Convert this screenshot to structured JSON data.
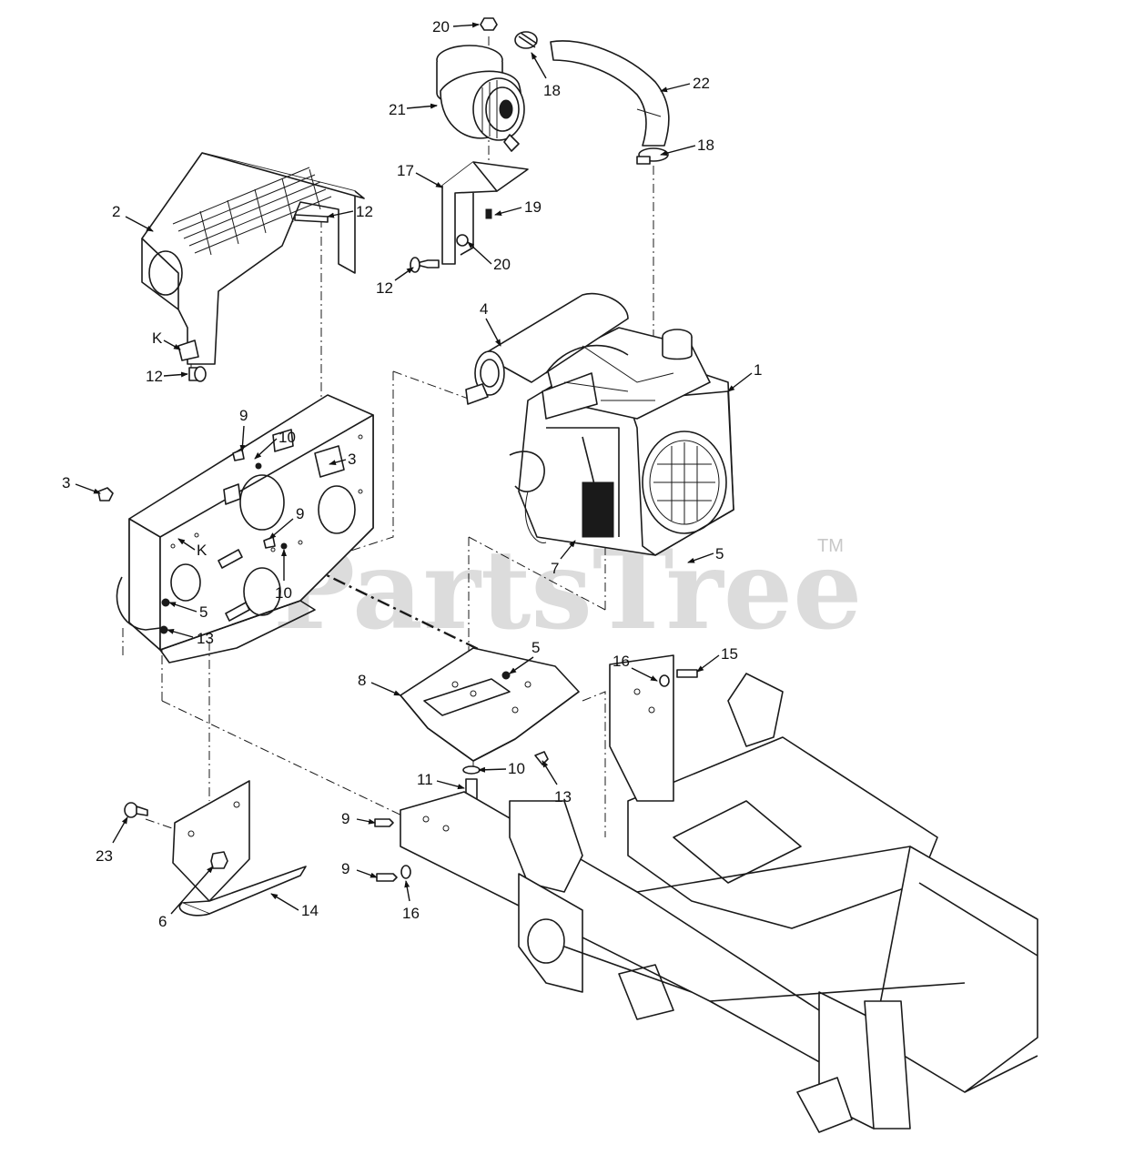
{
  "watermark": {
    "text": "PartsTree",
    "tm": "TM",
    "color": "#cfcfcf"
  },
  "callouts": [
    {
      "id": "c20a",
      "label": "20"
    },
    {
      "id": "c18a",
      "label": "18"
    },
    {
      "id": "c22",
      "label": "22"
    },
    {
      "id": "c21",
      "label": "21"
    },
    {
      "id": "c18b",
      "label": "18"
    },
    {
      "id": "c17",
      "label": "17"
    },
    {
      "id": "c19",
      "label": "19"
    },
    {
      "id": "c20b",
      "label": "20"
    },
    {
      "id": "c12a",
      "label": "12"
    },
    {
      "id": "c12b",
      "label": "12"
    },
    {
      "id": "c2",
      "label": "2"
    },
    {
      "id": "cKa",
      "label": "K"
    },
    {
      "id": "c12c",
      "label": "12"
    },
    {
      "id": "c4",
      "label": "4"
    },
    {
      "id": "c1",
      "label": "1"
    },
    {
      "id": "c9a",
      "label": "9"
    },
    {
      "id": "c10a",
      "label": "10"
    },
    {
      "id": "c3a",
      "label": "3"
    },
    {
      "id": "c3b",
      "label": "3"
    },
    {
      "id": "c9b",
      "label": "9"
    },
    {
      "id": "cKb",
      "label": "K"
    },
    {
      "id": "c10b",
      "label": "10"
    },
    {
      "id": "c5a",
      "label": "5"
    },
    {
      "id": "c13a",
      "label": "13"
    },
    {
      "id": "c5b",
      "label": "5"
    },
    {
      "id": "c7",
      "label": "7"
    },
    {
      "id": "c5c",
      "label": "5"
    },
    {
      "id": "c8",
      "label": "8"
    },
    {
      "id": "c16a",
      "label": "16"
    },
    {
      "id": "c15",
      "label": "15"
    },
    {
      "id": "c10c",
      "label": "10"
    },
    {
      "id": "c11",
      "label": "11"
    },
    {
      "id": "c13b",
      "label": "13"
    },
    {
      "id": "c23",
      "label": "23"
    },
    {
      "id": "c9c",
      "label": "9"
    },
    {
      "id": "c9d",
      "label": "9"
    },
    {
      "id": "c16b",
      "label": "16"
    },
    {
      "id": "c6",
      "label": "6"
    },
    {
      "id": "c14",
      "label": "14"
    }
  ]
}
